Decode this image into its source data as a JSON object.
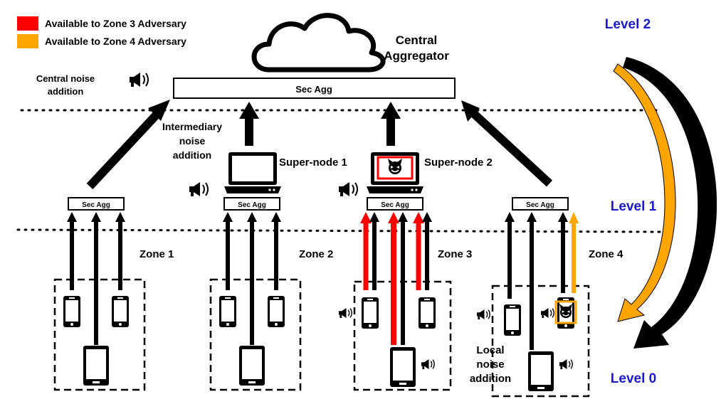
{
  "legend": {
    "items": [
      {
        "label": "Available to Zone 3 Adversary",
        "color": "#ff0000"
      },
      {
        "label": "Available to Zone 4 Adversary",
        "color": "#ffa500"
      }
    ]
  },
  "levels": [
    "Level 2",
    "Level 1",
    "Level 0"
  ],
  "central": {
    "title_line1": "Central",
    "title_line2": "Aggregator",
    "secagg_label": "Sec Agg",
    "noise_line1": "Central noise",
    "noise_line2": "addition",
    "icon": "cloud-icon"
  },
  "intermediary_noise": [
    "Intermediary",
    "noise",
    "addition"
  ],
  "supernodes": [
    {
      "label": "Super-node 1",
      "icon": "laptop-icon",
      "compromised": false
    },
    {
      "label": "Super-node 2",
      "icon": "laptop-icon",
      "compromised": true
    }
  ],
  "zones": [
    {
      "label": "Zone 1",
      "secagg_label": "Sec Agg"
    },
    {
      "label": "Zone 2",
      "secagg_label": "Sec Agg"
    },
    {
      "label": "Zone 3",
      "secagg_label": "Sec Agg"
    },
    {
      "label": "Zone 4",
      "secagg_label": "Sec Agg"
    }
  ],
  "local_noise": [
    "Local",
    "noise",
    "addition"
  ],
  "colors": {
    "zone3_adversary": "#ff0000",
    "zone4_adversary": "#ffa500",
    "level_text": "#1a1ad0",
    "arrow": "#000000"
  },
  "icons": [
    "cloud-icon",
    "laptop-icon",
    "megaphone-icon",
    "phone-icon",
    "tablet-icon",
    "devil-icon"
  ]
}
